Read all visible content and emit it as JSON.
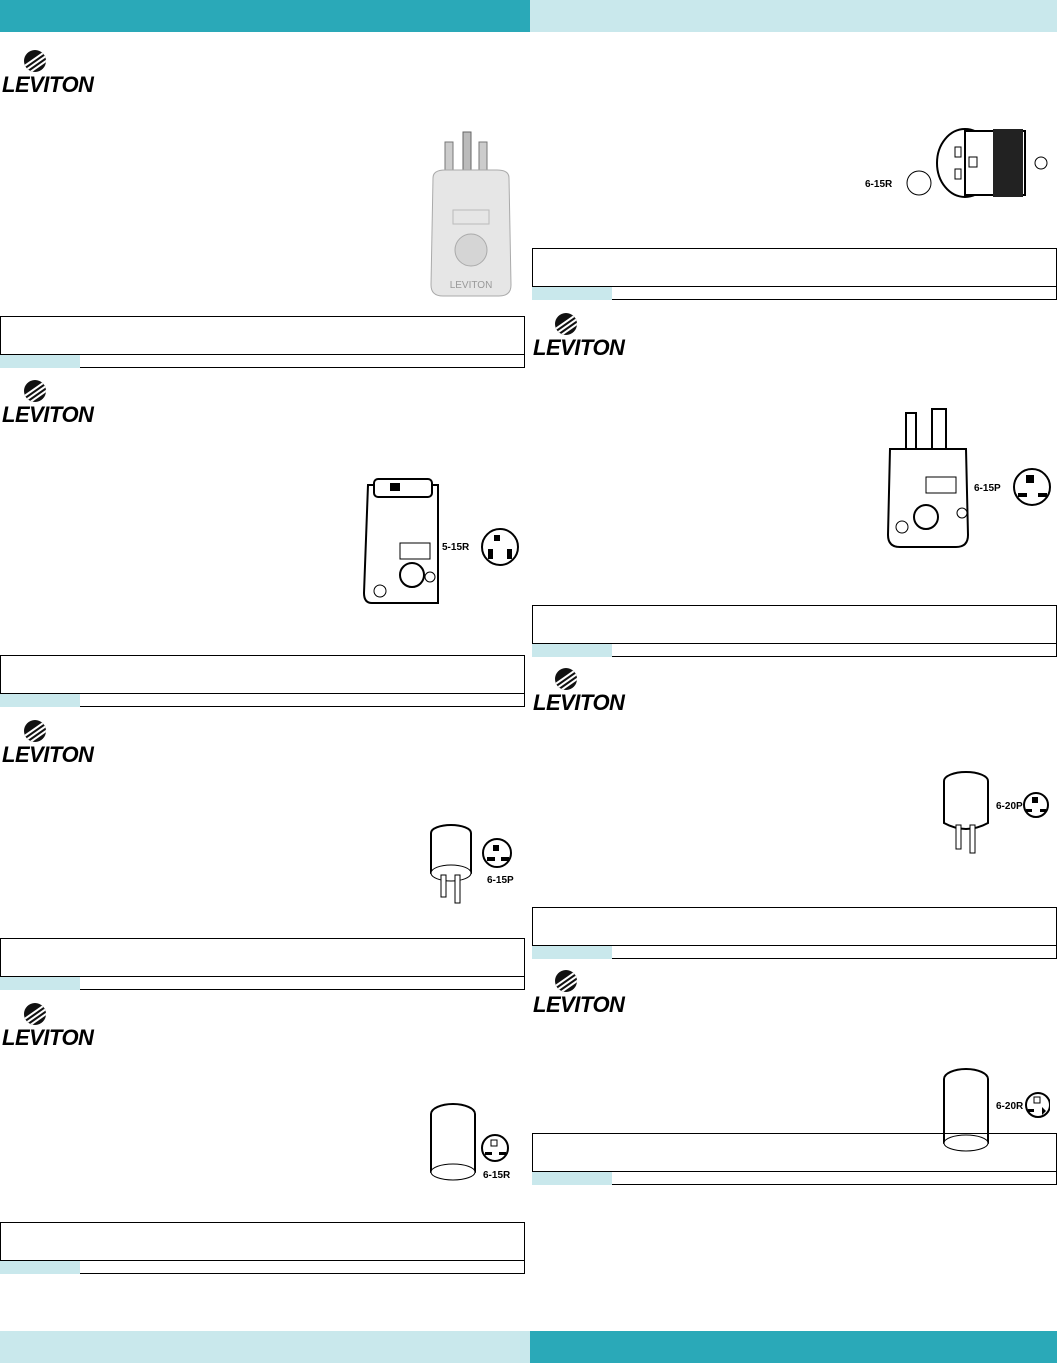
{
  "colors": {
    "band_dark": "#2aa9b8",
    "band_light": "#c9e8ec",
    "table_caption": "#c9e8ec"
  },
  "brand": "LEVITON",
  "products": [
    {
      "icon": "plug-hospital-grade-icon",
      "nema": "",
      "stamp": "LEVITON"
    },
    {
      "icon": "connector-icon",
      "nema": "5-15R"
    },
    {
      "icon": "round-plug-icon",
      "nema": "6-15P"
    },
    {
      "icon": "round-connector-icon",
      "nema": "6-15R"
    },
    {
      "icon": "armored-connector-icon",
      "nema": "6-15R"
    },
    {
      "icon": "plug-icon",
      "nema": "6-15P"
    },
    {
      "icon": "round-plug-icon",
      "nema": "6-20P"
    },
    {
      "icon": "round-connector-icon",
      "nema": "6-20R"
    }
  ]
}
